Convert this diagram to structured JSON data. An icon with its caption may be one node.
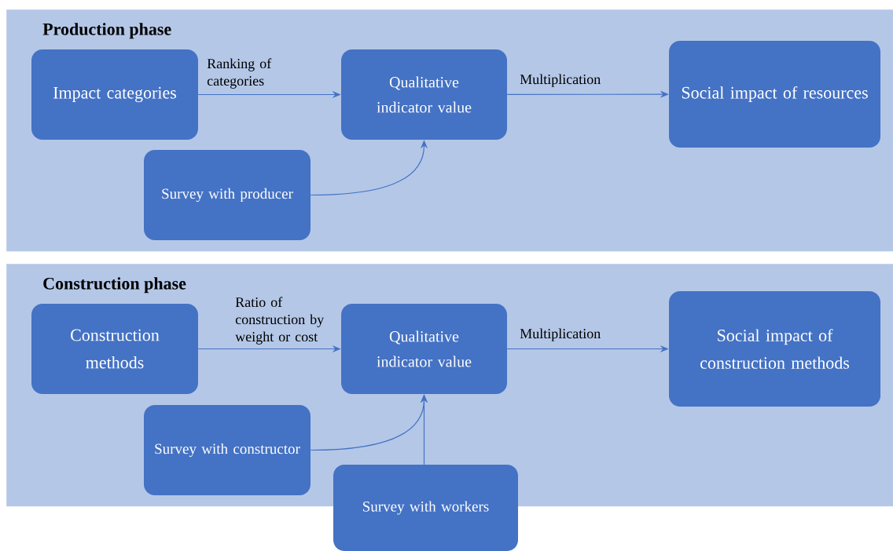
{
  "diagram": {
    "nodes": [
      {
        "text": [
          "Production phase"
        ]
      },
      {
        "text": [
          "Impact categories"
        ],
        "in": 0
      },
      {
        "text": [
          "Qualitative indicator value"
        ],
        "in": 0
      },
      {
        "text": [
          "Social impact of resources"
        ],
        "in": 0
      },
      {
        "text": [
          "Survey with producer"
        ],
        "in": 0
      },
      {
        "text": [
          "Construction phase"
        ]
      },
      {
        "text": [
          "Construction methods"
        ],
        "in": 5
      },
      {
        "text": [
          "Qualitative indicator value"
        ],
        "in": 5
      },
      {
        "text": [
          "Social impact of construction methods"
        ],
        "in": 5
      },
      {
        "text": [
          "Survey with constructor"
        ],
        "in": 5
      },
      {
        "text": [
          "Survey with workers"
        ]
      }
    ],
    "edges": [
      {
        "from": 1,
        "to": 2,
        "arrow": "to",
        "label": "Ranking of categories"
      },
      {
        "from": 2,
        "to": 3,
        "arrow": "to",
        "label": "Multiplication"
      },
      {
        "from": 4,
        "to": 2,
        "arrow": "to"
      },
      {
        "from": 6,
        "to": 7,
        "arrow": "to",
        "label": "Ratio of construction by weight or cost"
      },
      {
        "from": 7,
        "to": 8,
        "arrow": "to",
        "label": "Multiplication"
      },
      {
        "from": 9,
        "to": 7,
        "arrow": "to"
      },
      {
        "from": 10,
        "to": 7,
        "arrow": "to"
      }
    ]
  }
}
